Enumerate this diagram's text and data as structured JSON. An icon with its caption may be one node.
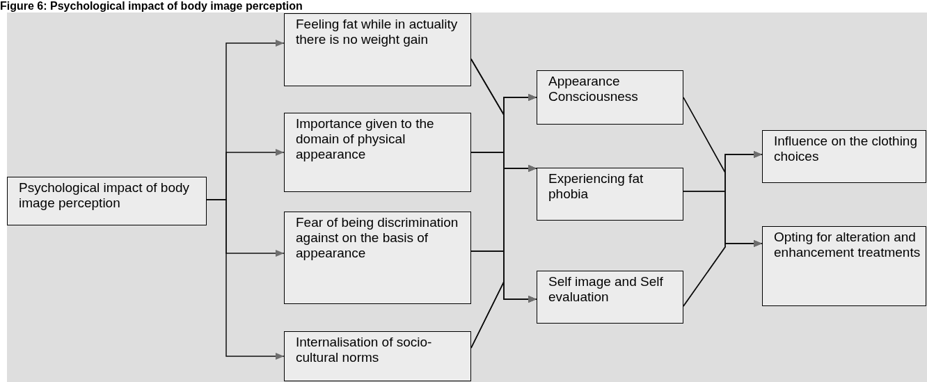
{
  "diagram": {
    "title": "Figure 6: Psychological impact of body image perception",
    "nodes": [
      {
        "text": [
          "Psychological impact of body image perception"
        ]
      },
      {
        "text": [
          "Feeling fat while in actuality there is no weight gain"
        ]
      },
      {
        "text": [
          "Importance given to the domain of physical appearance"
        ]
      },
      {
        "text": [
          "Fear of being discrimination against on the basis of appearance"
        ]
      },
      {
        "text": [
          "Internalisation of socio-cultural norms"
        ]
      },
      {
        "text": [
          "Appearance Consciousness"
        ]
      },
      {
        "text": [
          "Experiencing fat phobia"
        ]
      },
      {
        "text": [
          "Self image and Self evaluation"
        ]
      },
      {
        "text": [
          "Influence on the clothing choices"
        ]
      },
      {
        "text": [
          "Opting for alteration and enhancement treatments"
        ]
      }
    ],
    "edges": [
      {
        "from": 0,
        "to": 1,
        "arrow": "to"
      },
      {
        "from": 0,
        "to": 2,
        "arrow": "to"
      },
      {
        "from": 0,
        "to": 3,
        "arrow": "to"
      },
      {
        "from": 0,
        "to": 4,
        "arrow": "to"
      },
      {
        "from": 1,
        "to": 5,
        "arrow": "to"
      },
      {
        "from": 1,
        "to": 6,
        "arrow": "to"
      },
      {
        "from": 1,
        "to": 7,
        "arrow": "to"
      },
      {
        "from": 2,
        "to": 5,
        "arrow": "to"
      },
      {
        "from": 2,
        "to": 6,
        "arrow": "to"
      },
      {
        "from": 2,
        "to": 7,
        "arrow": "to"
      },
      {
        "from": 3,
        "to": 5,
        "arrow": "to"
      },
      {
        "from": 3,
        "to": 6,
        "arrow": "to"
      },
      {
        "from": 3,
        "to": 7,
        "arrow": "to"
      },
      {
        "from": 4,
        "to": 5,
        "arrow": "to"
      },
      {
        "from": 4,
        "to": 6,
        "arrow": "to"
      },
      {
        "from": 4,
        "to": 7,
        "arrow": "to"
      },
      {
        "from": 5,
        "to": 8,
        "arrow": "to"
      },
      {
        "from": 5,
        "to": 9,
        "arrow": "to"
      },
      {
        "from": 6,
        "to": 8,
        "arrow": "to"
      },
      {
        "from": 6,
        "to": 9,
        "arrow": "to"
      },
      {
        "from": 7,
        "to": 8,
        "arrow": "to"
      },
      {
        "from": 7,
        "to": 9,
        "arrow": "to"
      }
    ]
  }
}
